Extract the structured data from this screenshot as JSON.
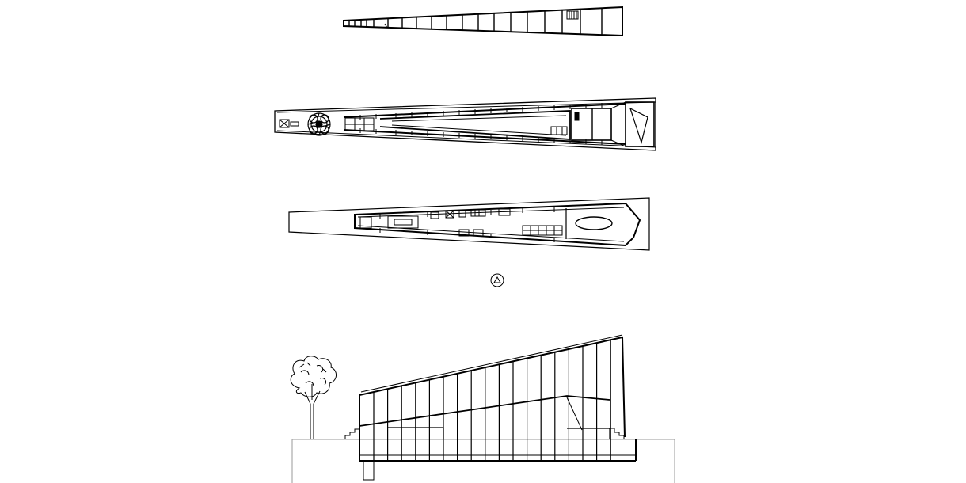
{
  "drawing": {
    "background": "#ffffff",
    "line_color": "#000000",
    "ground_color": "#9a9a9a"
  },
  "plans": [
    {
      "name": "roof-plan"
    },
    {
      "name": "upper-floor-plan"
    },
    {
      "name": "ground-floor-plan"
    }
  ],
  "north_arrow": {
    "icon": "north-arrow-icon"
  },
  "elevation": {
    "name": "side-elevation",
    "icon": "tree-icon"
  }
}
